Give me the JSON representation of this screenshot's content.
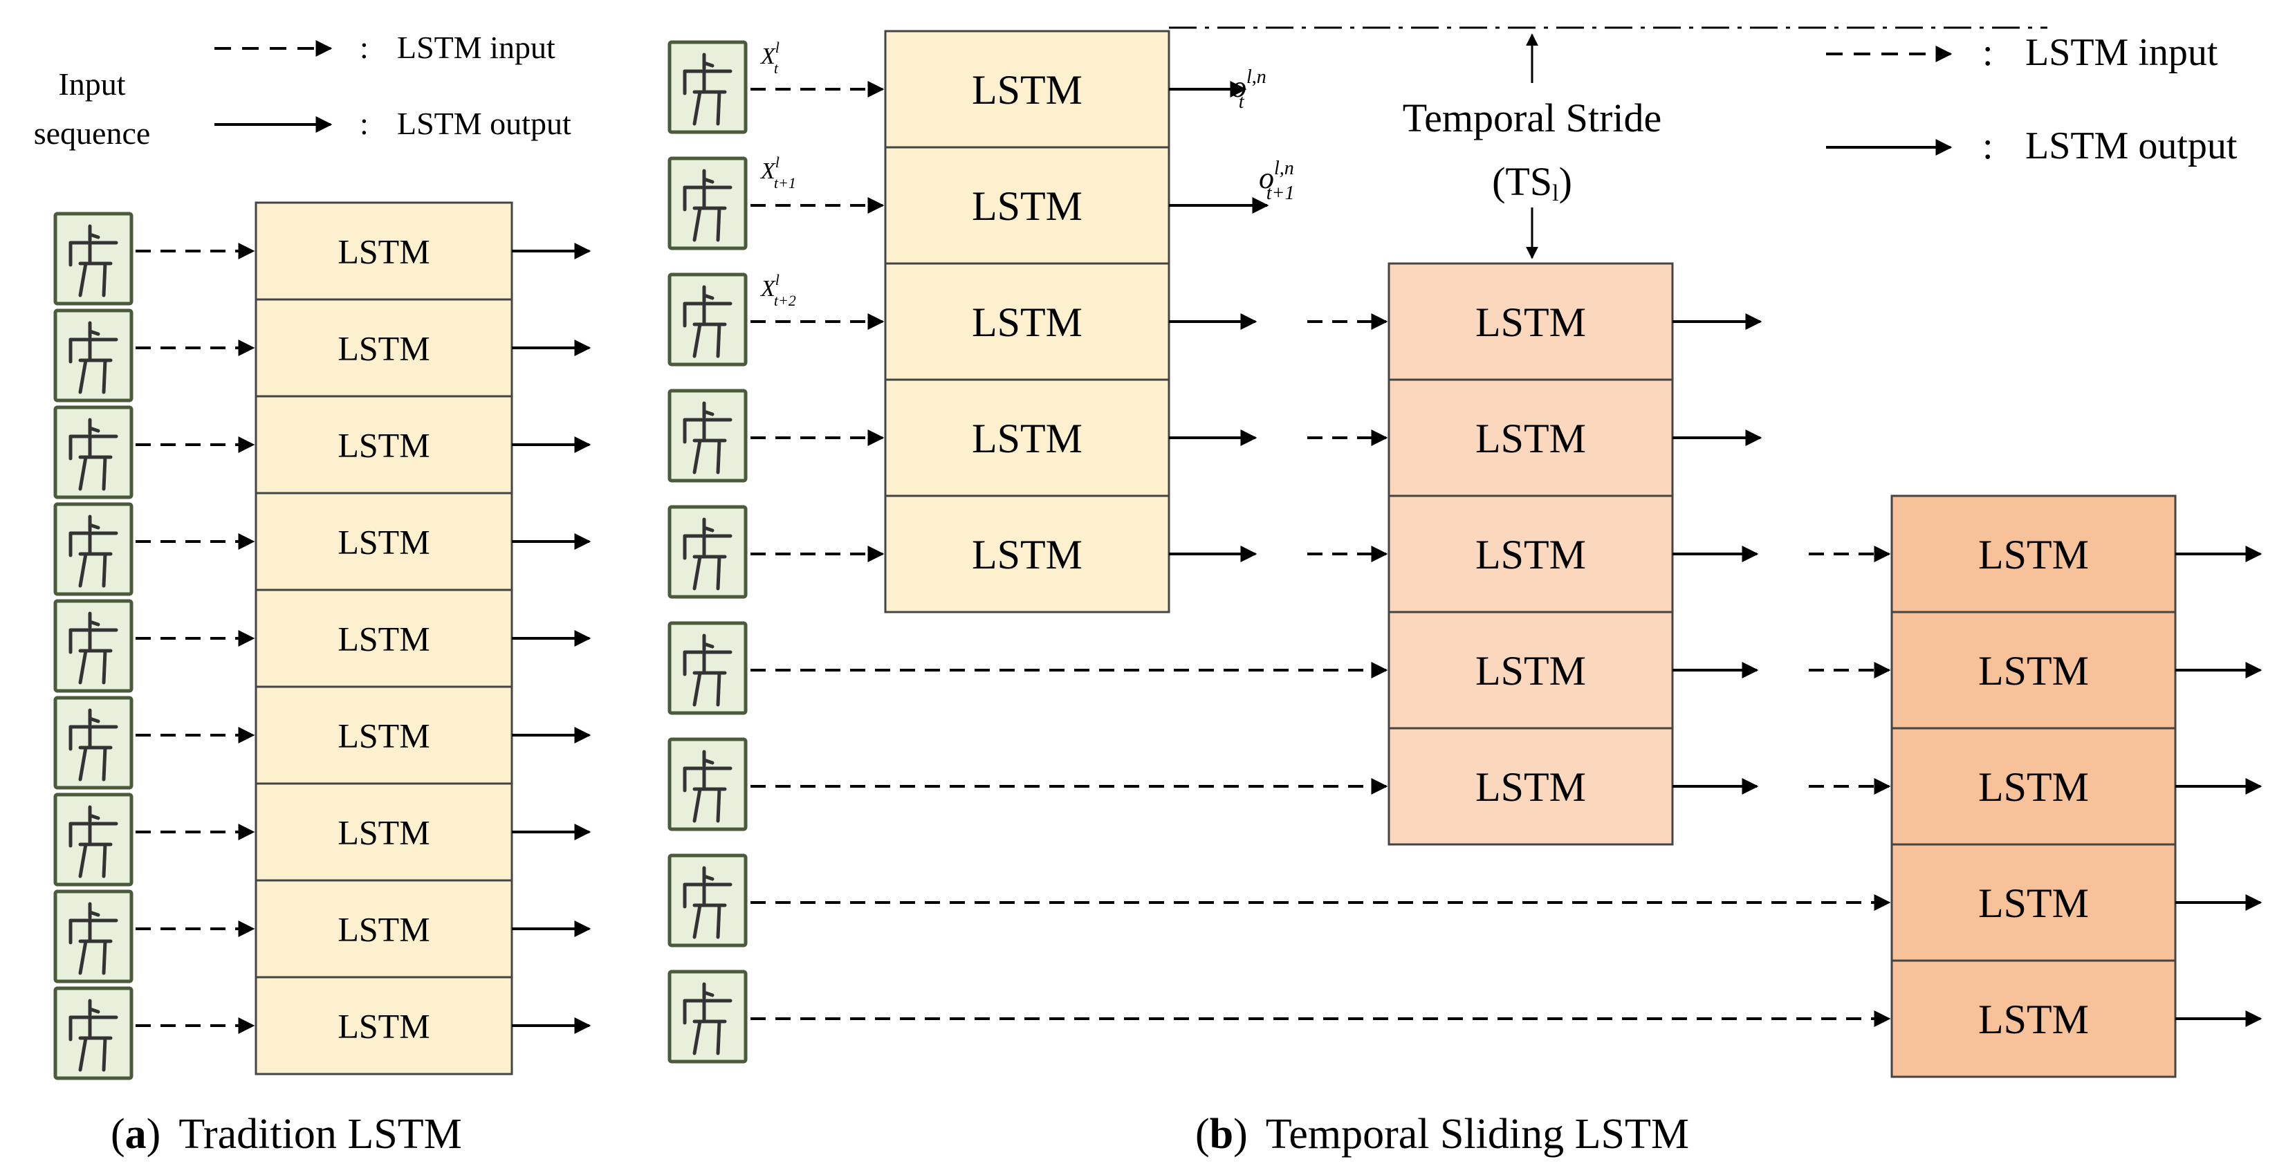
{
  "legend_a": {
    "input_label": "Input",
    "sequence_label": "sequence",
    "dashed_label": "LSTM input",
    "solid_label": "LSTM output",
    "separator": ":"
  },
  "legend_b": {
    "dashed_label": "LSTM input",
    "solid_label": "LSTM output",
    "separator": ":"
  },
  "cell_label": "LSTM",
  "temporal_stride": {
    "title": "Temporal Stride",
    "abbr": "TS",
    "abbr_sub": "l",
    "open_paren": "(",
    "close_paren": ")"
  },
  "math": {
    "x_t": "X",
    "x_t_sup": "l",
    "x_t_sub": "t",
    "x_t1_sub": "t+1",
    "x_t2_sub": "t+2",
    "o": "o",
    "o_sup": "l,n",
    "o_t_sub": "t",
    "o_t1_sub": "t+1"
  },
  "captions": {
    "a_letter": "a",
    "a_text": "Tradition LSTM",
    "b_letter": "b",
    "b_text": "Temporal Sliding LSTM"
  },
  "colors": {
    "column_a": "#fdf0cf",
    "column_b1": "#fdf0cf",
    "column_b2": "#fad7bd",
    "column_b3": "#f7c19a",
    "icon_bg": "#e8f0dc",
    "icon_stroke": "#4a5a3a"
  },
  "icons": {
    "skeleton": "skeleton-icon"
  },
  "diagram_a": {
    "cells": 9
  },
  "diagram_b": {
    "column1_cells": 5,
    "column2_cells": 5,
    "column3_cells": 5,
    "inputs": 9
  }
}
